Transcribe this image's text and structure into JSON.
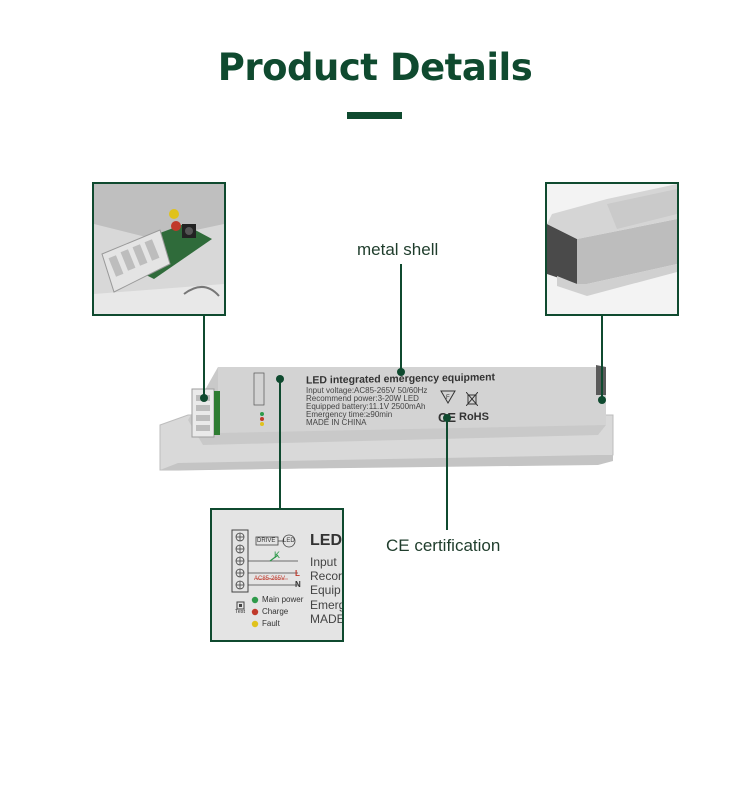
{
  "header": {
    "title": "Product Details"
  },
  "callouts": {
    "metal_shell": "metal shell",
    "ce_certification": "CE certification"
  },
  "device": {
    "heading": "LED integrated emergency equipment",
    "lines": [
      "Input voltage:AC85-265V  50/60Hz",
      "Recommend power:3-20W LED",
      "Equipped battery:11.1V 2500mAh",
      "Emergency time:≥90min",
      "MADE  IN  CHINA"
    ],
    "rohs": "RoHS",
    "ce_mark": "CE",
    "indicators": [
      "Main power",
      "Charge",
      "Fault"
    ]
  },
  "zoom_label": {
    "drive": "DRIVE",
    "led": "LED",
    "voltage": "AC85-265V",
    "k": "K",
    "l": "L",
    "n": "N",
    "test": "Test",
    "indicators": [
      "Main power",
      "Charge",
      "Fault"
    ],
    "text_fragments": [
      "LED",
      "Input",
      "Recor",
      "Equip",
      "Emerg",
      "MADE"
    ]
  },
  "colors": {
    "brand_green": "#0f4a2f",
    "main_power": "#2e9a4a",
    "charge": "#c0392b",
    "fault": "#e0c21c"
  }
}
